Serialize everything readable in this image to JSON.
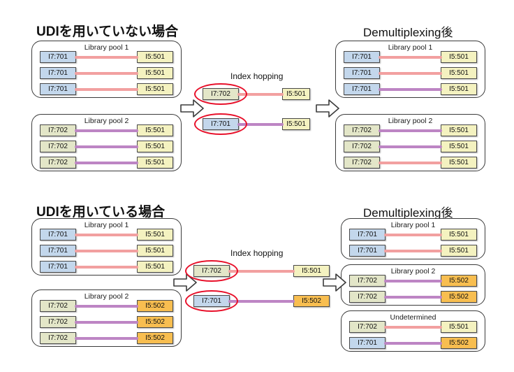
{
  "figure": {
    "title_no_udi": "UDIを用いていない場合",
    "title_udi": "UDIを用いている場合",
    "demux_label_top": "Demultiplexing後",
    "demux_label_bottom": "Demultiplexing後",
    "index_hopping_label_top": "Index hopping",
    "index_hopping_label_bottom": "Index hopping",
    "pool_titles": {
      "pool1": "Library pool 1",
      "pool2": "Library pool 2",
      "undetermined": "Undetermined"
    },
    "colors": {
      "i7_701": "#c3d7ec",
      "i7_702": "#e3e6c8",
      "i5_501": "#f4f2c0",
      "i5_502": "#f8be50",
      "link_pink": "#f2a0a0",
      "link_purple": "#bd85c4",
      "highlight_ellipse": "#e8102a",
      "box_outline": "#3b3b3b"
    },
    "index_labels": {
      "i7_701": "I7:701",
      "i7_702": "I7:702",
      "i5_501": "I5:501",
      "i5_502": "I5:502"
    }
  },
  "top_section": {
    "heading": "UDIを用いていない場合",
    "input_pools": [
      {
        "name": "Library pool 1",
        "rows": [
          {
            "i7": "I7:701",
            "i7_color": "blue",
            "link": "pink",
            "i5": "I5:501",
            "i5_color": "yellow"
          },
          {
            "i7": "I7:701",
            "i7_color": "blue",
            "link": "pink",
            "i5": "I5:501",
            "i5_color": "yellow"
          },
          {
            "i7": "I7:701",
            "i7_color": "blue",
            "link": "pink",
            "i5": "I5:501",
            "i5_color": "yellow"
          }
        ]
      },
      {
        "name": "Library pool 2",
        "rows": [
          {
            "i7": "I7:702",
            "i7_color": "khaki",
            "link": "purple",
            "i5": "I5:501",
            "i5_color": "yellow"
          },
          {
            "i7": "I7:702",
            "i7_color": "khaki",
            "link": "purple",
            "i5": "I5:501",
            "i5_color": "yellow"
          },
          {
            "i7": "I7:702",
            "i7_color": "khaki",
            "link": "purple",
            "i5": "I5:501",
            "i5_color": "yellow"
          }
        ]
      }
    ],
    "hopping": {
      "label": "Index hopping",
      "rows": [
        {
          "i7": "I7:702",
          "i7_color": "khaki",
          "link": "pink",
          "i5": "I5:501",
          "i5_color": "yellow",
          "highlighted": true
        },
        {
          "i7": "I7:701",
          "i7_color": "blue",
          "link": "purple",
          "i5": "I5:501",
          "i5_color": "yellow",
          "highlighted": true
        }
      ]
    },
    "output_pools": [
      {
        "name": "Library pool 1",
        "rows": [
          {
            "i7": "I7:701",
            "i7_color": "blue",
            "link": "pink",
            "i5": "I5:501",
            "i5_color": "yellow"
          },
          {
            "i7": "I7:701",
            "i7_color": "blue",
            "link": "pink",
            "i5": "I5:501",
            "i5_color": "yellow"
          },
          {
            "i7": "I7:701",
            "i7_color": "blue",
            "link": "purple",
            "i5": "I5:501",
            "i5_color": "yellow"
          }
        ]
      },
      {
        "name": "Library pool 2",
        "rows": [
          {
            "i7": "I7:702",
            "i7_color": "khaki",
            "link": "purple",
            "i5": "I5:501",
            "i5_color": "yellow"
          },
          {
            "i7": "I7:702",
            "i7_color": "khaki",
            "link": "purple",
            "i5": "I5:501",
            "i5_color": "yellow"
          },
          {
            "i7": "I7:702",
            "i7_color": "khaki",
            "link": "pink",
            "i5": "I5:501",
            "i5_color": "yellow"
          }
        ]
      }
    ]
  },
  "bottom_section": {
    "heading": "UDIを用いている場合",
    "input_pools": [
      {
        "name": "Library pool 1",
        "rows": [
          {
            "i7": "I7:701",
            "i7_color": "blue",
            "link": "pink",
            "i5": "I5:501",
            "i5_color": "yellow"
          },
          {
            "i7": "I7:701",
            "i7_color": "blue",
            "link": "pink",
            "i5": "I5:501",
            "i5_color": "yellow"
          },
          {
            "i7": "I7:701",
            "i7_color": "blue",
            "link": "pink",
            "i5": "I5:501",
            "i5_color": "yellow"
          }
        ]
      },
      {
        "name": "Library pool 2",
        "rows": [
          {
            "i7": "I7:702",
            "i7_color": "khaki",
            "link": "purple",
            "i5": "I5:502",
            "i5_color": "orange"
          },
          {
            "i7": "I7:702",
            "i7_color": "khaki",
            "link": "purple",
            "i5": "I5:502",
            "i5_color": "orange"
          },
          {
            "i7": "I7:702",
            "i7_color": "khaki",
            "link": "purple",
            "i5": "I5:502",
            "i5_color": "orange"
          }
        ]
      }
    ],
    "hopping": {
      "label": "Index hopping",
      "rows": [
        {
          "i7": "I7:702",
          "i7_color": "khaki",
          "link": "pink",
          "i5": "I5:501",
          "i5_color": "yellow",
          "highlighted": true
        },
        {
          "i7": "I7:701",
          "i7_color": "blue",
          "link": "purple",
          "i5": "I5:502",
          "i5_color": "orange",
          "highlighted": true
        }
      ]
    },
    "output_pools": [
      {
        "name": "Library pool 1",
        "rows": [
          {
            "i7": "I7:701",
            "i7_color": "blue",
            "link": "pink",
            "i5": "I5:501",
            "i5_color": "yellow"
          },
          {
            "i7": "I7:701",
            "i7_color": "blue",
            "link": "pink",
            "i5": "I5:501",
            "i5_color": "yellow"
          }
        ]
      },
      {
        "name": "Library pool 2",
        "rows": [
          {
            "i7": "I7:702",
            "i7_color": "khaki",
            "link": "purple",
            "i5": "I5:502",
            "i5_color": "orange"
          },
          {
            "i7": "I7:702",
            "i7_color": "khaki",
            "link": "purple",
            "i5": "I5:502",
            "i5_color": "orange"
          }
        ]
      },
      {
        "name": "Undetermined",
        "rows": [
          {
            "i7": "I7:702",
            "i7_color": "khaki",
            "link": "pink",
            "i5": "I5:501",
            "i5_color": "yellow"
          },
          {
            "i7": "I7:701",
            "i7_color": "blue",
            "link": "purple",
            "i5": "I5:502",
            "i5_color": "orange"
          }
        ]
      }
    ]
  }
}
